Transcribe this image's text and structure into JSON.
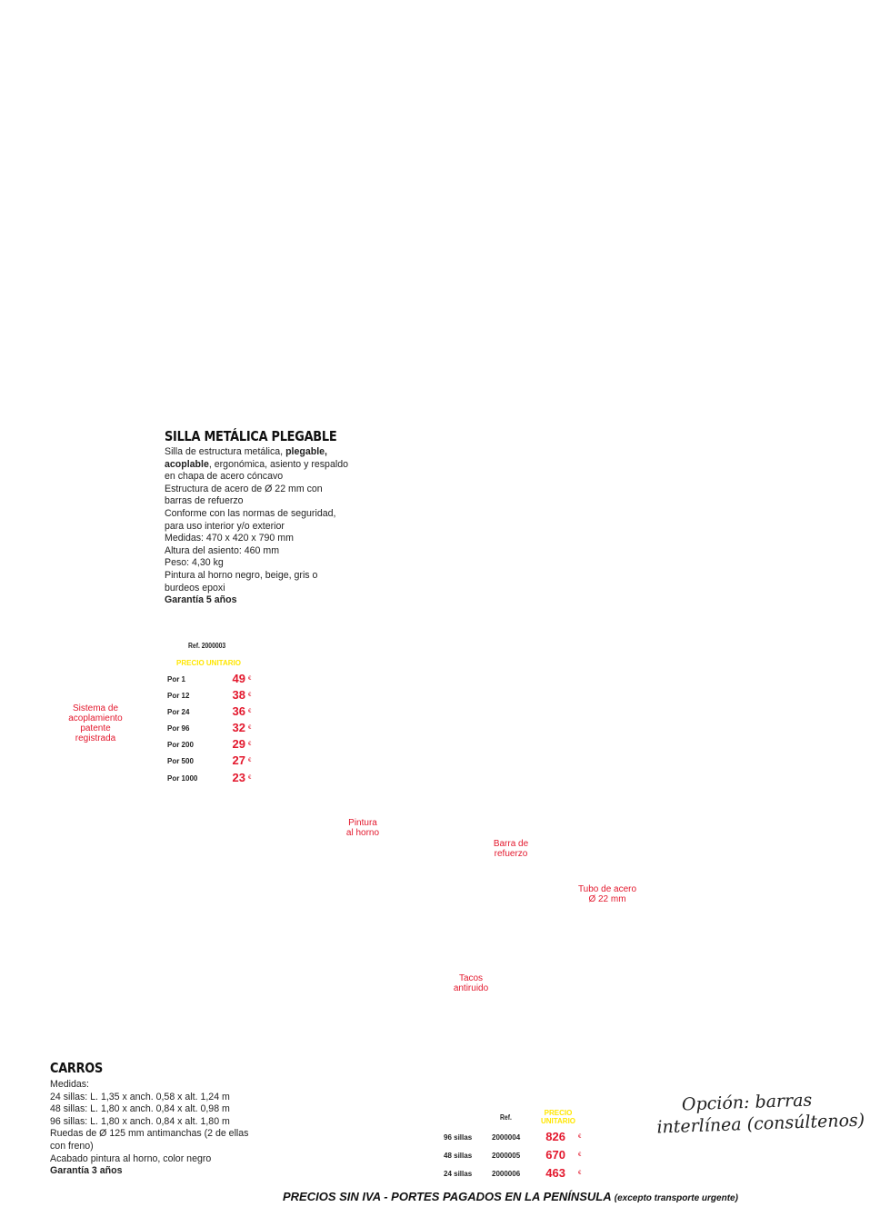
{
  "silla": {
    "title": "SILLA METÁLICA PLEGABLE",
    "desc": {
      "l1_pre": "Silla de estructura metálica, ",
      "l1_bold": "plegable,",
      "l2_bold": "acoplable",
      "l2_post": ", ergonómica, asiento y respaldo",
      "l3": "en chapa de acero cóncavo",
      "l4": "Estructura de acero de Ø 22 mm con",
      "l5": "barras de refuerzo",
      "l6": "Conforme con las normas de seguridad,",
      "l7": "para uso interior y/o exterior",
      "l8": "Medidas: 470 x 420 x 790 mm",
      "l9": "Altura del asiento: 460 mm",
      "l10": "Peso: 4,30 kg",
      "l11": "Pintura al horno negro, beige, gris o",
      "l12": "burdeos epoxi",
      "l13": "Garantía 5 años"
    },
    "ref_label": "Ref. 2000003",
    "price_header": "PRECIO UNITARIO",
    "currency": "€",
    "prices": [
      {
        "label": "Por 1",
        "value": "49"
      },
      {
        "label": "Por 12",
        "value": "38"
      },
      {
        "label": "Por 24",
        "value": "36"
      },
      {
        "label": "Por 96",
        "value": "32"
      },
      {
        "label": "Por 200",
        "value": "29"
      },
      {
        "label": "Por 500",
        "value": "27"
      },
      {
        "label": "Por 1000",
        "value": "23"
      }
    ]
  },
  "callouts": {
    "acoplamiento": [
      "Sistema de",
      "acoplamiento",
      "patente",
      "registrada"
    ],
    "pintura": [
      "Pintura",
      "al horno"
    ],
    "barra": [
      "Barra de",
      "refuerzo"
    ],
    "tubo": [
      "Tubo de acero",
      "Ø 22 mm"
    ],
    "tacos": [
      "Tacos",
      "antiruido"
    ]
  },
  "carros": {
    "title": "CARROS",
    "desc": {
      "l1": "Medidas:",
      "l2": "24 sillas: L. 1,35 x anch. 0,58 x alt. 1,24 m",
      "l3": "48 sillas: L. 1,80 x anch. 0,84 x alt. 0,98 m",
      "l4": "96 sillas: L. 1,80 x anch. 0,84 x alt. 1,80 m",
      "l5": "Ruedas de Ø 125 mm antimanchas (2 de ellas",
      "l6": "con freno)",
      "l7": "Acabado pintura al horno, color negro",
      "l8": "Garantía 3 años"
    },
    "ref_header": "Ref.",
    "price_header": [
      "PRECIO",
      "UNITARIO"
    ],
    "currency": "€",
    "rows": [
      {
        "label": "96 sillas",
        "ref": "2000004",
        "value": "826"
      },
      {
        "label": "48 sillas",
        "ref": "2000005",
        "value": "670"
      },
      {
        "label": "24 sillas",
        "ref": "2000006",
        "value": "463"
      }
    ]
  },
  "option_note": [
    "Opción: barras",
    "interlínea (consúltenos)"
  ],
  "footer": {
    "main": "PRECIOS SIN IVA - PORTES PAGADOS EN LA PENÍNSULA",
    "note": "(excepto transporte urgente)"
  }
}
